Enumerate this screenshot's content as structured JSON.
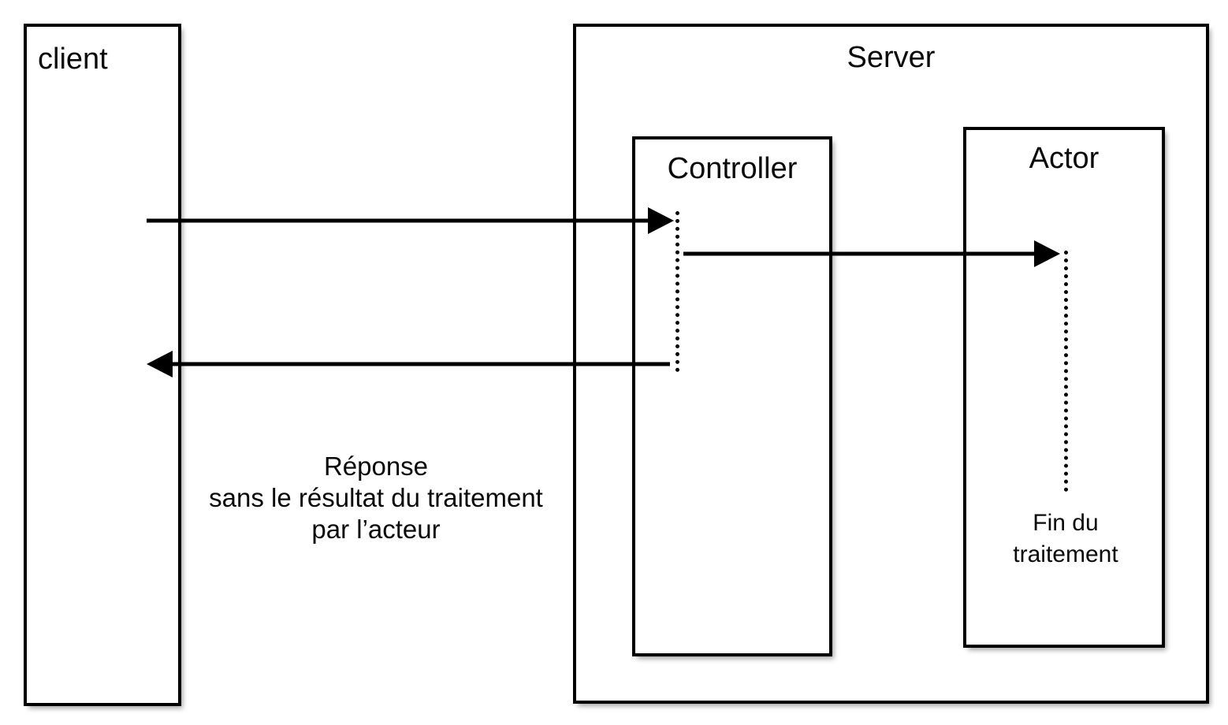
{
  "diagram": {
    "type": "uml-sequence-diagram",
    "background_color": "#ffffff",
    "stroke_color": "#000000",
    "participants": {
      "client": {
        "label": "client"
      },
      "server": {
        "label": "Server"
      },
      "controller": {
        "label": "Controller"
      },
      "actor": {
        "label": "Actor"
      }
    },
    "messages": {
      "request": {
        "from": "client",
        "to": "controller",
        "direction": "right",
        "label": ""
      },
      "dispatch": {
        "from": "controller",
        "to": "actor",
        "direction": "right",
        "label": ""
      },
      "response": {
        "from": "controller",
        "to": "client",
        "direction": "left",
        "label": ""
      }
    },
    "notes": {
      "response_note": "Réponse\nsans le résultat du traitement\npar l’acteur",
      "completion_note": "Fin du\ntraitement"
    }
  }
}
